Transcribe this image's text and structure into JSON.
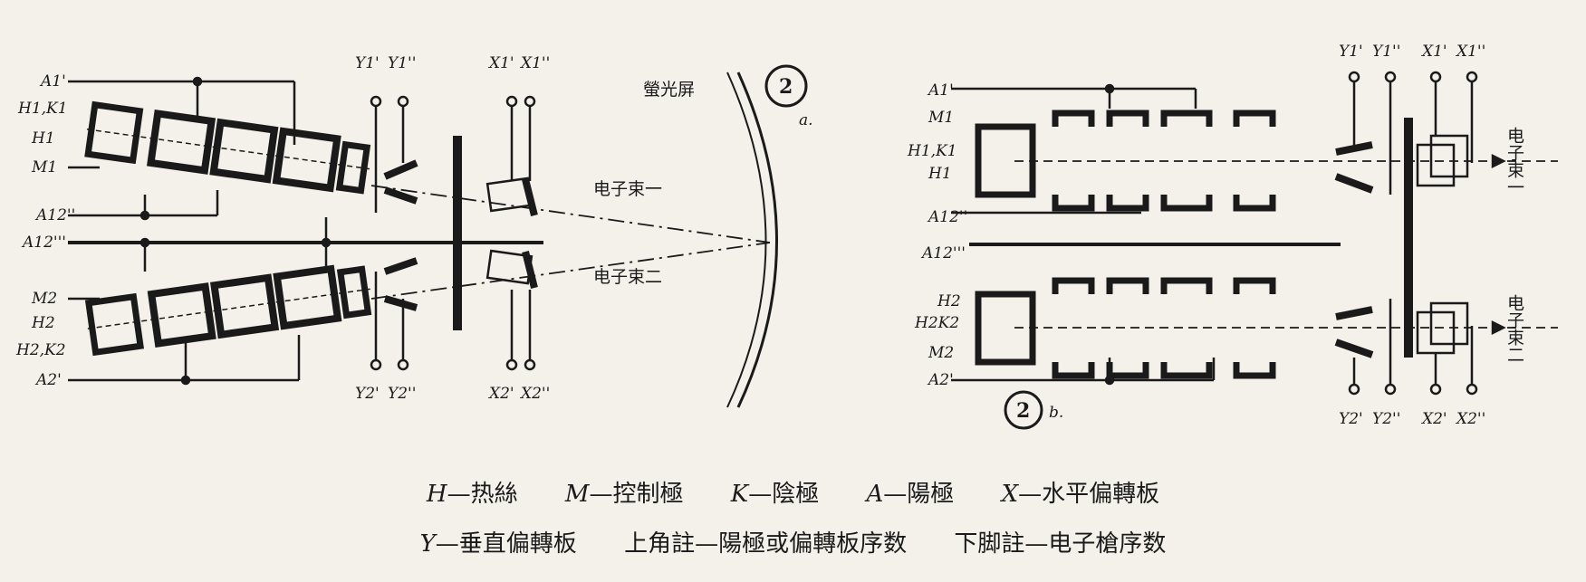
{
  "diagram_a": {
    "figure_number": "2",
    "figure_letter": "a.",
    "left_labels": [
      "A1'",
      "H1,K1",
      "H1",
      "M1",
      "A12''",
      "A12'''",
      "M2",
      "H2",
      "H2,K2",
      "A2'"
    ],
    "top_terminals": [
      "Y1'",
      "Y1''",
      "X1'",
      "X1''"
    ],
    "bottom_terminals": [
      "Y2'",
      "Y2''",
      "X2'",
      "X2''"
    ],
    "screen_label": "螢光屏",
    "beam1_label": "电子束一",
    "beam2_label": "电子束二"
  },
  "diagram_b": {
    "figure_number": "2",
    "figure_letter": "b.",
    "left_labels": [
      "A1'",
      "M1",
      "H1,K1",
      "H1",
      "A12''",
      "A12'''",
      "H2",
      "H2K2",
      "M2",
      "A2'"
    ],
    "top_terminals": [
      "Y1'",
      "Y1''",
      "X1'",
      "X1''"
    ],
    "bottom_terminals": [
      "Y2'",
      "Y2''",
      "X2'",
      "X2''"
    ],
    "beam1_label": "电子束一",
    "beam2_label": "电子束二"
  },
  "legend": {
    "line1": [
      {
        "sym": "H",
        "text": "—热絲"
      },
      {
        "sym": "M",
        "text": "—控制極"
      },
      {
        "sym": "K",
        "text": "—陰極"
      },
      {
        "sym": "A",
        "text": "—陽極"
      },
      {
        "sym": "X",
        "text": "—水平偏轉板"
      }
    ],
    "line2": [
      {
        "sym": "Y",
        "text": "—垂直偏轉板"
      },
      {
        "sym": "",
        "text": "上角註—陽極或偏轉板序数"
      },
      {
        "sym": "",
        "text": "下脚註—电子槍序数"
      }
    ]
  }
}
